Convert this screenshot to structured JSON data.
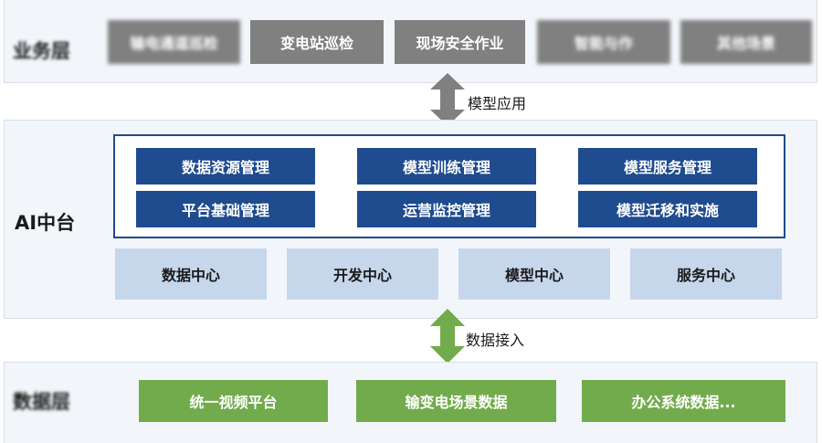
{
  "business_layer": {
    "label": "业务层",
    "items": [
      {
        "label": "输电通道巡检",
        "blurred": true
      },
      {
        "label": "变电站巡检",
        "blurred": false
      },
      {
        "label": "现场安全作业",
        "blurred": false
      },
      {
        "label": "智能与作",
        "blurred": true
      },
      {
        "label": "其他场景",
        "blurred": true
      }
    ]
  },
  "arrow_top": {
    "label": "模型应用",
    "color": "#808080"
  },
  "ai_layer": {
    "label": "AI中台",
    "modules": [
      {
        "label": "数据资源管理"
      },
      {
        "label": "模型训练管理"
      },
      {
        "label": "模型服务管理"
      },
      {
        "label": "平台基础管理"
      },
      {
        "label": "运营监控管理"
      },
      {
        "label": "模型迁移和实施"
      }
    ],
    "centers": [
      {
        "label": "数据中心"
      },
      {
        "label": "开发中心"
      },
      {
        "label": "模型中心"
      },
      {
        "label": "服务中心"
      }
    ]
  },
  "arrow_bottom": {
    "label": "数据接入",
    "color": "#72ab4c"
  },
  "data_layer": {
    "label": "数据层",
    "items": [
      {
        "label": "统一视频平台"
      },
      {
        "label": "输变电场景数据"
      },
      {
        "label": "办公系统数据..."
      }
    ]
  },
  "colors": {
    "navy": "#1f4b8f",
    "light_blue": "#c6d7ec",
    "green": "#72ab4c",
    "gray": "#808080",
    "band": "#f2f5fa"
  }
}
